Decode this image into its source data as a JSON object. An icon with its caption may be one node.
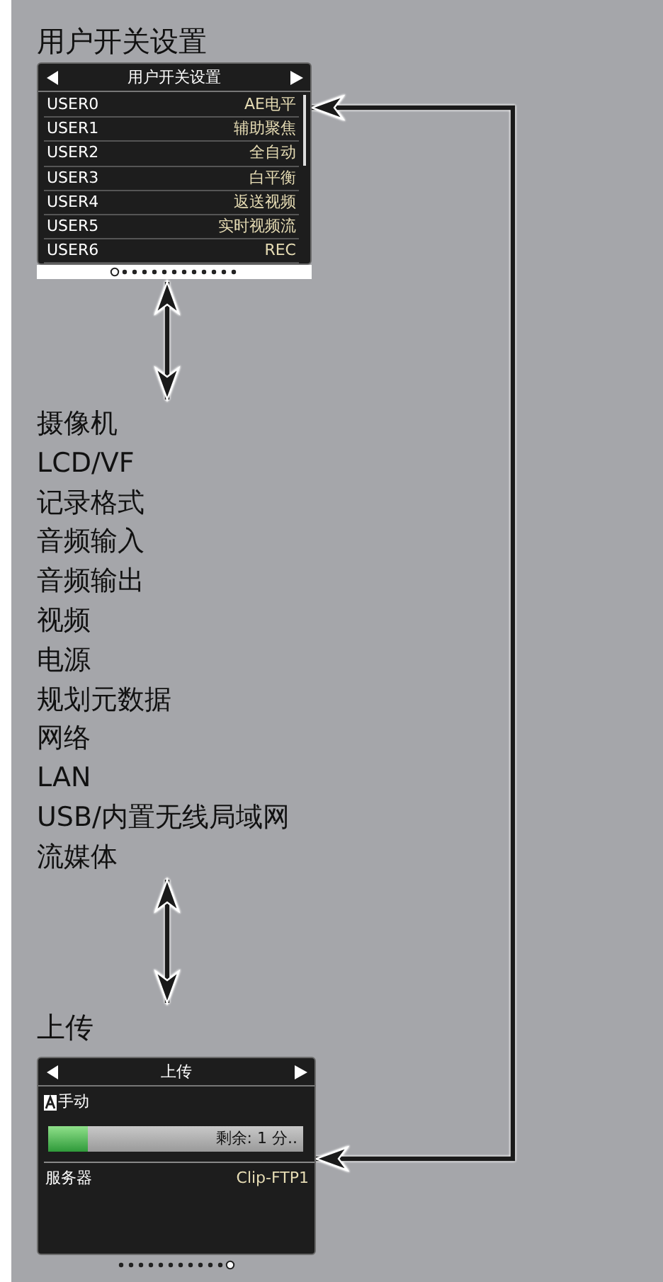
{
  "diagram": {
    "nodes": [
      {
        "text": [
          "用户开关设置",
          "用户开关设置",
          "USER0",
          "AE电平",
          "USER1",
          "辅助聚焦",
          "USER2",
          "全自动",
          "USER3",
          "白平衡",
          "USER4",
          "返送视频",
          "USER5",
          "实时视频流",
          "USER6",
          "REC"
        ]
      },
      {
        "text": [
          "摄像机",
          "LCD/VF",
          "记录格式",
          "音频输入",
          "音频输出",
          "视频",
          "电源",
          "规划元数据",
          "网络",
          "LAN",
          "USB/内置无线局域网",
          "流媒体"
        ]
      },
      {
        "text": [
          "上传",
          "上传",
          "手动",
          "剩余: 1 分..",
          "服务器",
          "Clip-FTP1"
        ]
      }
    ],
    "edges": [
      {
        "from": 0,
        "to": 1,
        "arrow": "both"
      },
      {
        "from": 1,
        "to": 2,
        "arrow": "both"
      },
      {
        "from": 2,
        "to": 0,
        "arrow": "both"
      }
    ]
  }
}
